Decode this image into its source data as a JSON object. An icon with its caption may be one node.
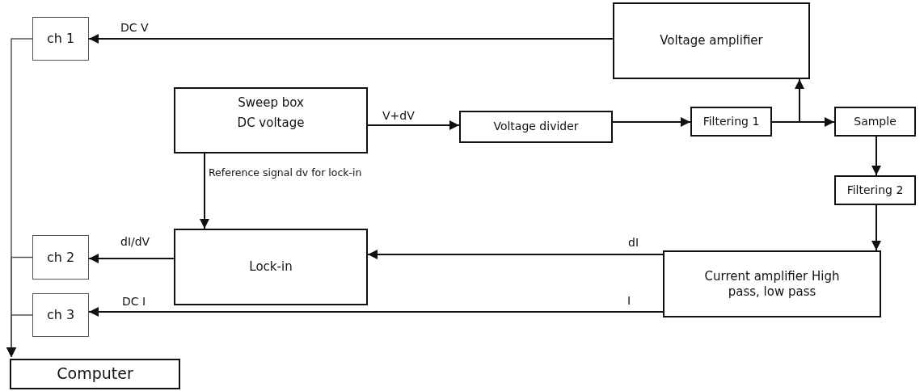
{
  "diagram": {
    "nodes": [
      {
        "text": [
          "ch 1"
        ]
      },
      {
        "text": [
          "Voltage amplifier"
        ]
      },
      {
        "text": [
          "Sweep box",
          "DC voltage"
        ]
      },
      {
        "text": [
          "Voltage divider"
        ]
      },
      {
        "text": [
          "Filtering 1"
        ]
      },
      {
        "text": [
          "Sample"
        ]
      },
      {
        "text": [
          "Filtering 2"
        ]
      },
      {
        "text": [
          "ch 2"
        ]
      },
      {
        "text": [
          "Lock-in"
        ]
      },
      {
        "text": [
          "Current amplifier High pass, low pass"
        ]
      },
      {
        "text": [
          "ch 3"
        ]
      },
      {
        "text": [
          "Computer"
        ]
      }
    ],
    "edges": [
      {
        "from": 1,
        "to": 0,
        "arrow": "to",
        "label": "DC V"
      },
      {
        "from": 2,
        "to": 3,
        "arrow": "to",
        "label": "V+dV"
      },
      {
        "from": 3,
        "to": 4,
        "arrow": "to"
      },
      {
        "from": 4,
        "to": 1,
        "arrow": "to"
      },
      {
        "from": 4,
        "to": 5,
        "arrow": "to"
      },
      {
        "from": 5,
        "to": 6,
        "arrow": "to"
      },
      {
        "from": 6,
        "to": 9,
        "arrow": "to"
      },
      {
        "from": 2,
        "to": 8,
        "arrow": "to",
        "label": "Reference signal dv for lock-in"
      },
      {
        "from": 8,
        "to": 7,
        "arrow": "to",
        "label": "dI/dV"
      },
      {
        "from": 9,
        "to": 8,
        "arrow": "to",
        "label": "dI"
      },
      {
        "from": 9,
        "to": 10,
        "arrow": "to",
        "label": "DC I"
      },
      {
        "from": 0,
        "to": 11,
        "arrow": "to",
        "color": "#555555"
      },
      {
        "from": 7,
        "to": 11,
        "arrow": "to",
        "color": "#555555"
      },
      {
        "from": 10,
        "to": 11,
        "arrow": "to",
        "color": "#555555"
      }
    ],
    "labels": [
      "I"
    ]
  }
}
